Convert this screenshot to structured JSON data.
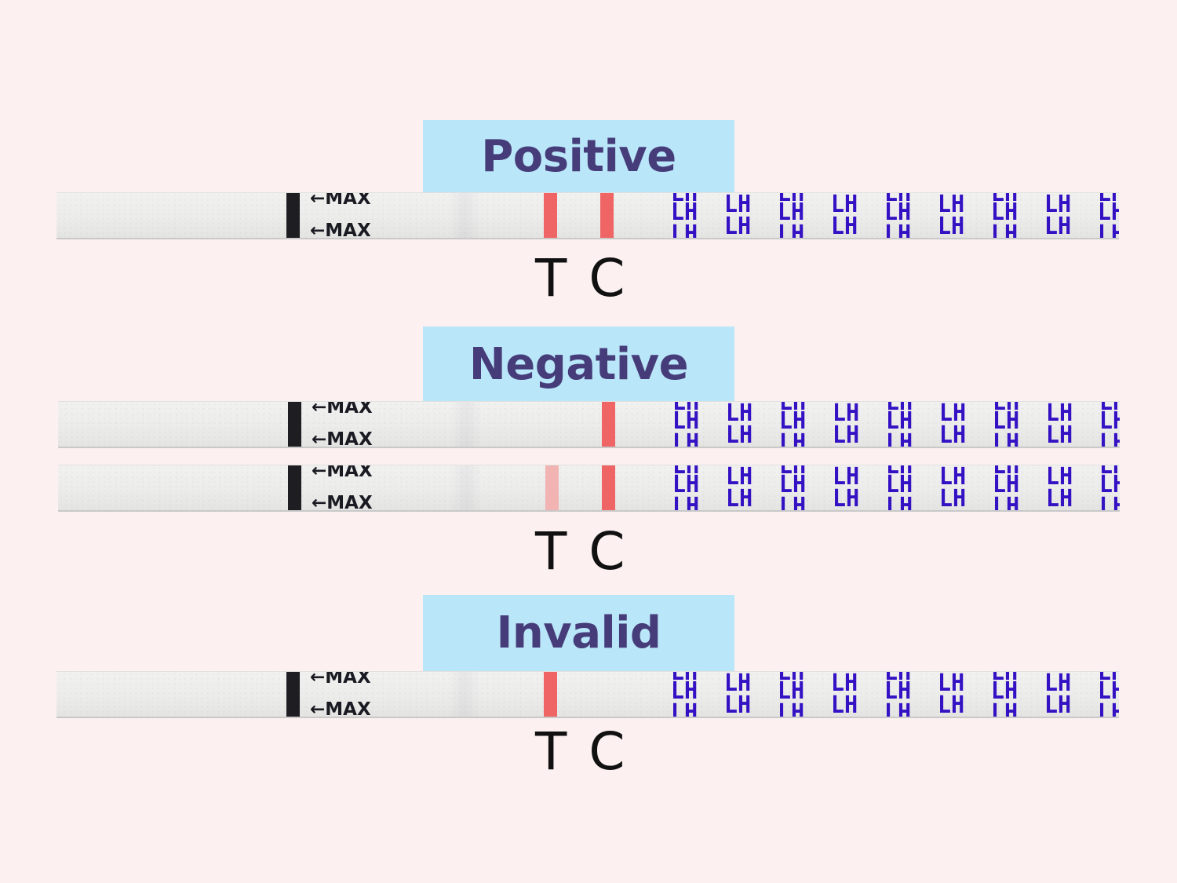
{
  "colors": {
    "background": "#fcf0f0",
    "label_box": "#b9e6f8",
    "label_text": "#463c7a",
    "test_line_strong": "#ef6464",
    "test_line_faint": "#f2b3b3",
    "control_line": "#ef6464",
    "lh_print": "#3412c4"
  },
  "strip_text": {
    "max_top": "←MAX",
    "max_bottom": "←MAX",
    "lh": "LH"
  },
  "sections": [
    {
      "label": "Positive",
      "strips": [
        {
          "test_line": "strong",
          "control_line": true
        }
      ],
      "t_label": "T",
      "c_label": "C"
    },
    {
      "label": "Negative",
      "strips": [
        {
          "test_line": "none",
          "control_line": true
        },
        {
          "test_line": "faint",
          "control_line": true
        }
      ],
      "t_label": "T",
      "c_label": "C"
    },
    {
      "label": "Invalid",
      "strips": [
        {
          "test_line": "strong",
          "control_line": false
        }
      ],
      "t_label": "T",
      "c_label": "C"
    }
  ]
}
